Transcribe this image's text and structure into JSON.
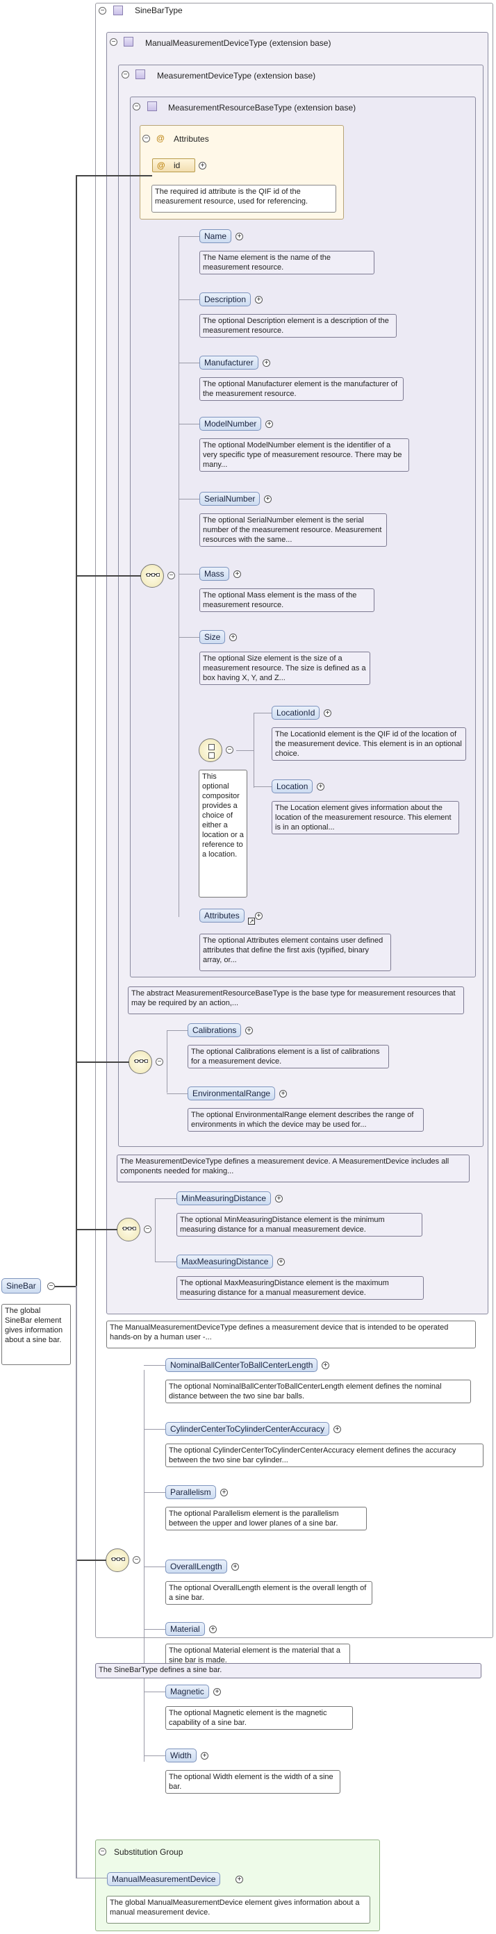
{
  "root": {
    "name": "SineBar",
    "note": "The global SineBar element gives information about a sine bar."
  },
  "sinebar_type": {
    "title": "SineBarType",
    "note": "The SineBarType defines a sine bar."
  },
  "manual_type": {
    "title": "ManualMeasurementDeviceType (extension base)",
    "note": "The ManualMeasurementDeviceType defines a measurement device that is intended to be operated hands-on by a human user -..."
  },
  "device_type": {
    "title": "MeasurementDeviceType (extension base)",
    "note": "The MeasurementDeviceType defines a measurement device. A MeasurementDevice includes all components needed for making..."
  },
  "resource_type": {
    "title": "MeasurementResourceBaseType (extension base)",
    "note": "The abstract MeasurementResourceBaseType is the base type for measurement resources that may be required by an action,..."
  },
  "attributes": {
    "title": "Attributes",
    "attr_name": "id",
    "note": "The required id attribute is the QIF id of the measurement resource, used for referencing."
  },
  "resource_elements": [
    {
      "name": "Name",
      "note": "The Name element is the name of the measurement resource."
    },
    {
      "name": "Description",
      "note": "The optional Description element is a description of the measurement resource."
    },
    {
      "name": "Manufacturer",
      "note": "The optional Manufacturer element is the manufacturer of the measurement resource."
    },
    {
      "name": "ModelNumber",
      "note": "The optional ModelNumber element is the identifier of a very specific type of measurement resource. There may be many..."
    },
    {
      "name": "SerialNumber",
      "note": "The optional SerialNumber element is the serial number of the measurement resource. Measurement resources with the same..."
    },
    {
      "name": "Mass",
      "note": "The optional Mass element is the mass of the measurement resource."
    },
    {
      "name": "Size",
      "note": "The optional Size element is the size of a measurement resource. The size is defined as a box having X, Y, and Z..."
    }
  ],
  "choice": {
    "note": "This optional compositor provides a choice of either a location or a reference to a location.",
    "items": [
      {
        "name": "LocationId",
        "note": "The LocationId element is the QIF id of the location of the measurement device. This element is in an optional choice."
      },
      {
        "name": "Location",
        "note": "The Location element gives information about the location of the measurement resource. This element is in an optional..."
      }
    ]
  },
  "attributes_element": {
    "name": "Attributes",
    "note": "The optional Attributes element contains user defined attributes that define the first axis (typified, binary array, or..."
  },
  "device_elements": [
    {
      "name": "Calibrations",
      "note": "The optional Calibrations element is a list of calibrations for a measurement device."
    },
    {
      "name": "EnvironmentalRange",
      "note": "The optional EnvironmentalRange element describes the range of environments in which the device may be used for..."
    }
  ],
  "manual_elements": [
    {
      "name": "MinMeasuringDistance",
      "note": "The optional MinMeasuringDistance element is the minimum measuring distance for a manual measurement device."
    },
    {
      "name": "MaxMeasuringDistance",
      "note": "The optional MaxMeasuringDistance element is the maximum measuring distance for a manual measurement device."
    }
  ],
  "sinebar_elements": [
    {
      "name": "NominalBallCenterToBallCenterLength",
      "note": "The optional NominalBallCenterToBallCenterLength element defines the nominal distance between the two sine bar balls."
    },
    {
      "name": "CylinderCenterToCylinderCenterAccuracy",
      "note": "The optional CylinderCenterToCylinderCenterAccuracy element defines the accuracy between the two sine bar cylinder..."
    },
    {
      "name": "Parallelism",
      "note": "The optional Parallelism element is the parallelism between the upper and lower planes of a sine bar."
    },
    {
      "name": "OverallLength",
      "note": "The optional OverallLength element is the overall length of a sine bar."
    },
    {
      "name": "Material",
      "note": "The optional Material element is the material that a sine bar is made."
    },
    {
      "name": "Magnetic",
      "note": "The optional Magnetic element is the magnetic capability of a sine bar."
    },
    {
      "name": "Width",
      "note": "The optional Width element is the width of a sine bar."
    }
  ],
  "substitution": {
    "title": "Substitution Group",
    "element": "ManualMeasurementDevice",
    "note": "The global ManualMeasurementDevice element gives information about a manual measurement device."
  }
}
